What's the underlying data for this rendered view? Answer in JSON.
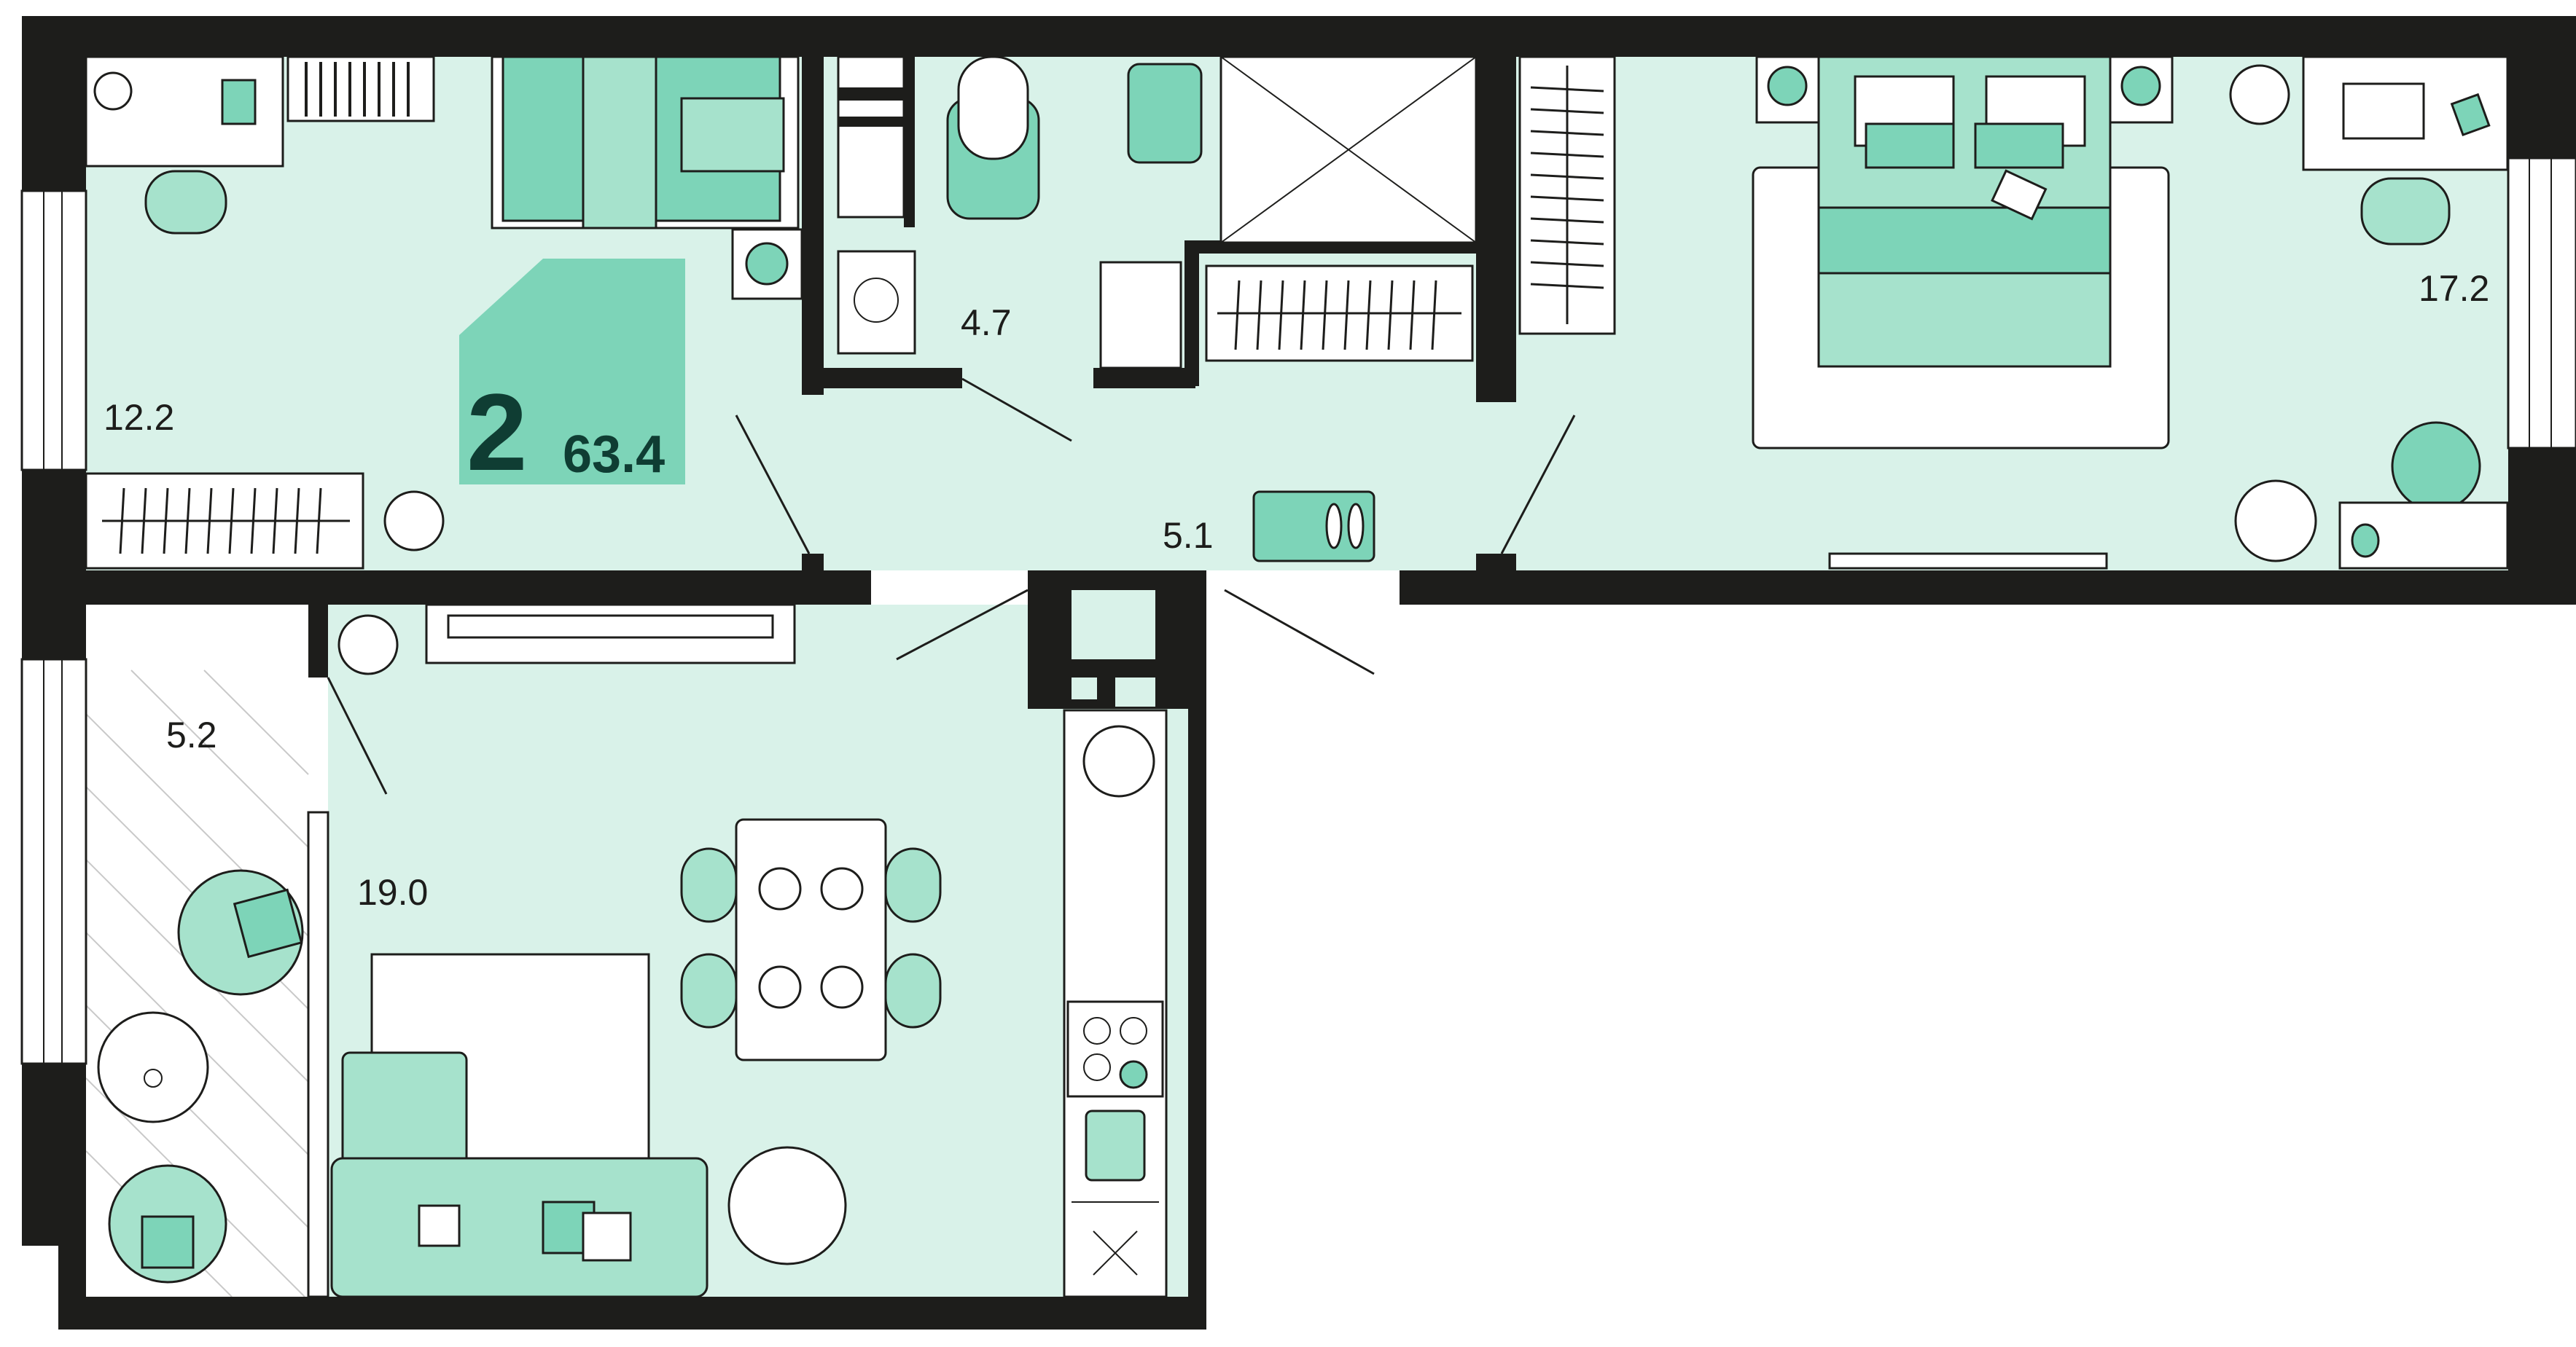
{
  "plan": {
    "rooms_count": "2",
    "total_area": "63.4",
    "accent_color": "#7dd4b8",
    "floor_color": "#d9f2e9",
    "wall_color": "#1d1d1b",
    "rooms": [
      {
        "id": "bedroom-1",
        "area": "12.2"
      },
      {
        "id": "bathroom",
        "area": "4.7"
      },
      {
        "id": "hallway",
        "area": "5.1"
      },
      {
        "id": "bedroom-2",
        "area": "17.2"
      },
      {
        "id": "balcony",
        "area": "5.2"
      },
      {
        "id": "living-kitchen",
        "area": "19.0"
      }
    ]
  }
}
